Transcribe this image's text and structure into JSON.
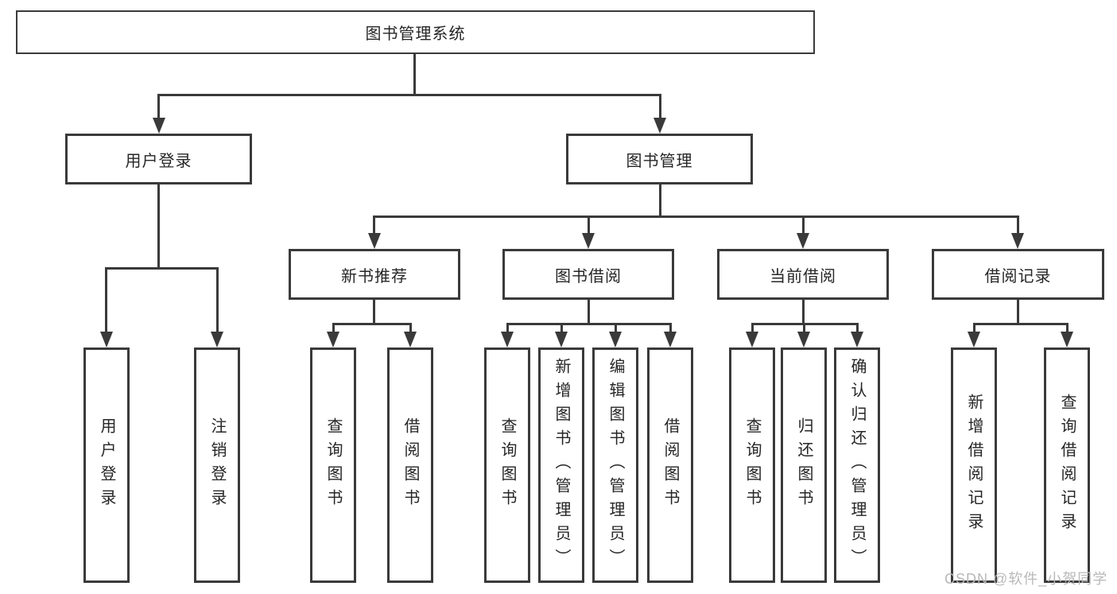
{
  "watermark": "CSDN @软件_小贺同学",
  "colors": {
    "line": "#3a3a3a",
    "text": "#262626",
    "watermark": "#b9b9b9",
    "background": "#ffffff"
  },
  "tree": {
    "root": {
      "label": "图书管理系统"
    },
    "nodes": [
      {
        "label": "用户登录",
        "children": [
          {
            "label": "用户登录"
          },
          {
            "label": "注销登录"
          }
        ]
      },
      {
        "label": "图书管理",
        "children": [
          {
            "label": "新书推荐",
            "children": [
              {
                "label": "查询图书"
              },
              {
                "label": "借阅图书"
              }
            ]
          },
          {
            "label": "图书借阅",
            "children": [
              {
                "label": "查询图书"
              },
              {
                "label": "新增图书（管理员）"
              },
              {
                "label": "编辑图书（管理员）"
              },
              {
                "label": "借阅图书"
              }
            ]
          },
          {
            "label": "当前借阅",
            "children": [
              {
                "label": "查询图书"
              },
              {
                "label": "归还图书"
              },
              {
                "label": "确认归还（管理员）"
              }
            ]
          },
          {
            "label": "借阅记录",
            "children": [
              {
                "label": "新增借阅记录"
              },
              {
                "label": "查询借阅记录"
              }
            ]
          }
        ]
      }
    ]
  }
}
